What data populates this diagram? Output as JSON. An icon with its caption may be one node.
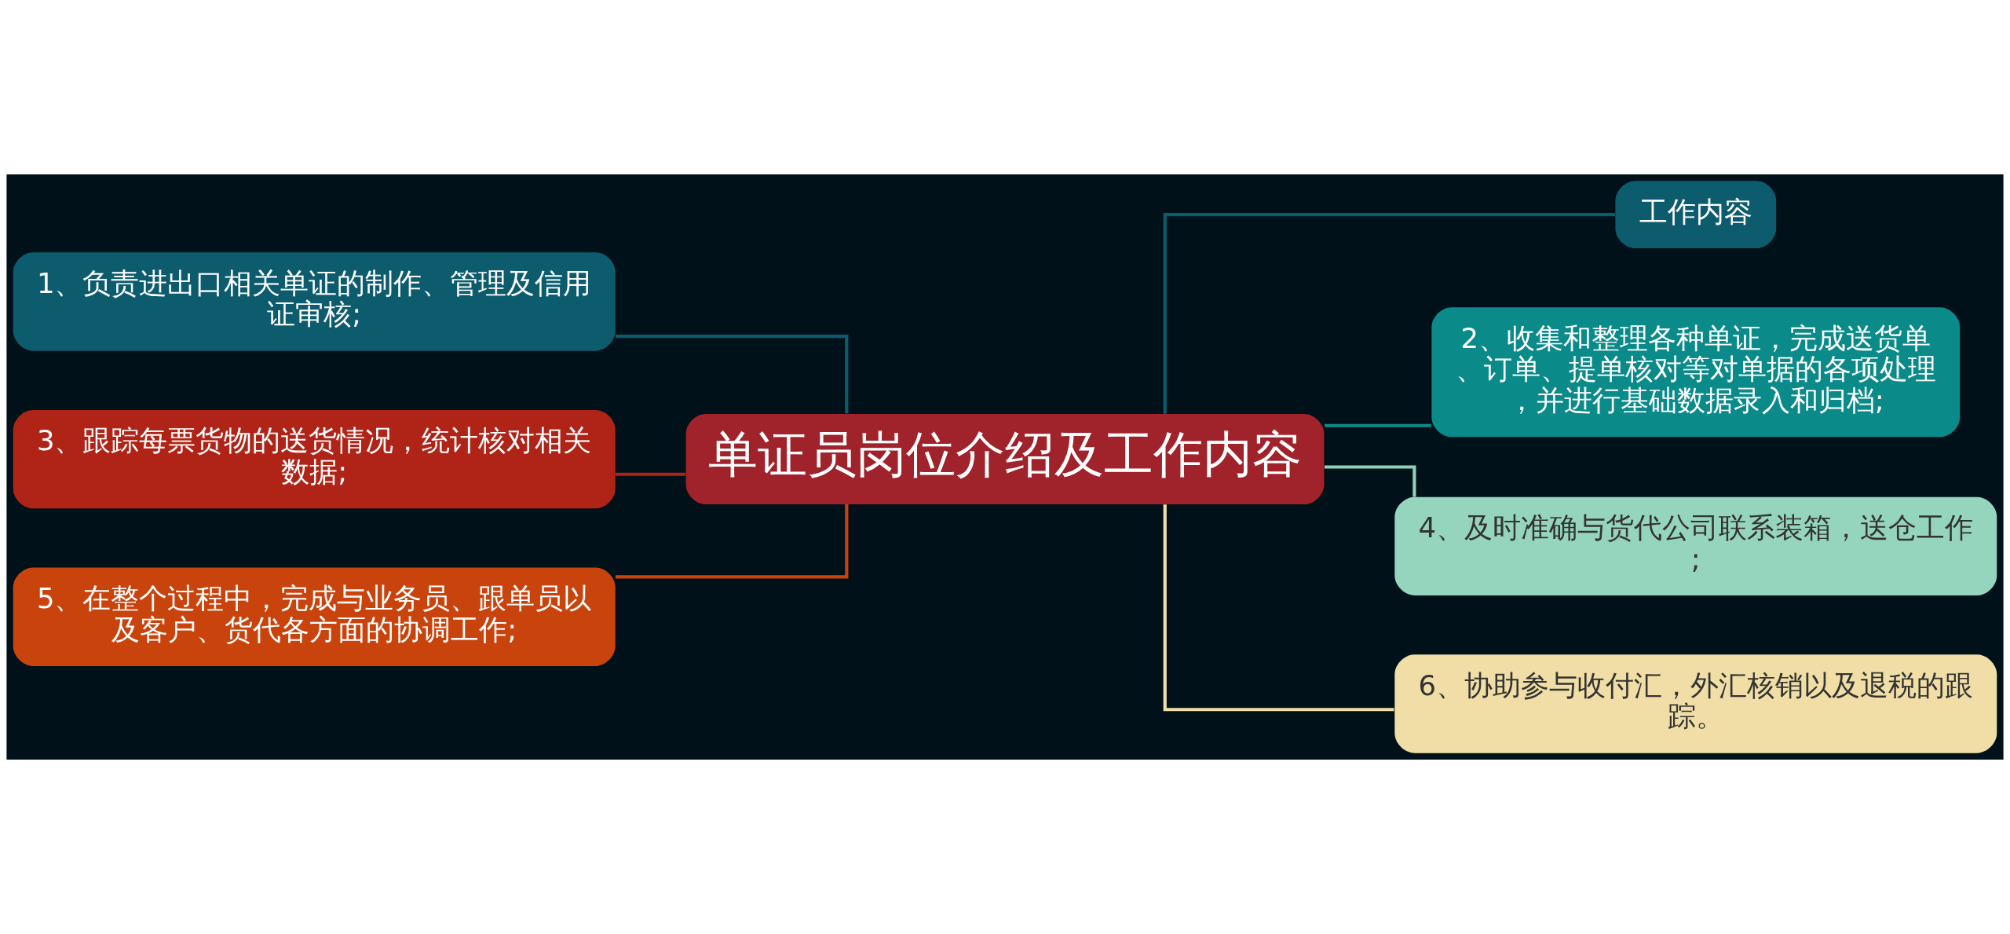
{
  "diagram": {
    "nodes": [
      {
        "text": [
          "单证员岗位介绍及工作内容"
        ]
      },
      {
        "text": [
          "工作内容"
        ]
      },
      {
        "text": [
          "1、负责进出口相关单证的制作、管理及信用证审核;"
        ]
      },
      {
        "text": [
          "2、收集和整理各种单证，完成送货单、订单、提单核对等对单据的各项处理，并进行基础数据录入和归档;"
        ]
      },
      {
        "text": [
          "3、跟踪每票货物的送货情况，统计核对相关数据;"
        ]
      },
      {
        "text": [
          "4、及时准确与货代公司联系装箱，送仓工作;"
        ]
      },
      {
        "text": [
          "5、在整个过程中，完成与业务员、跟单员以及客户、货代各方面的协调工作;"
        ]
      },
      {
        "text": [
          "6、协助参与收付汇，外汇核销以及退税的跟踪。"
        ]
      }
    ],
    "edges": [
      {
        "from": 0,
        "to": 1,
        "arrow": "none",
        "color": "#0d5c6e"
      },
      {
        "from": 0,
        "to": 2,
        "arrow": "none",
        "color": "#0d5c6e"
      },
      {
        "from": 0,
        "to": 3,
        "arrow": "none",
        "color": "#0b8a8a"
      },
      {
        "from": 0,
        "to": 4,
        "arrow": "none",
        "color": "#b02418"
      },
      {
        "from": 0,
        "to": 5,
        "arrow": "none",
        "color": "#8fd1b8"
      },
      {
        "from": 0,
        "to": 6,
        "arrow": "none",
        "color": "#c9430c"
      },
      {
        "from": 0,
        "to": 7,
        "arrow": "none",
        "color": "#f0e0a8"
      }
    ]
  }
}
